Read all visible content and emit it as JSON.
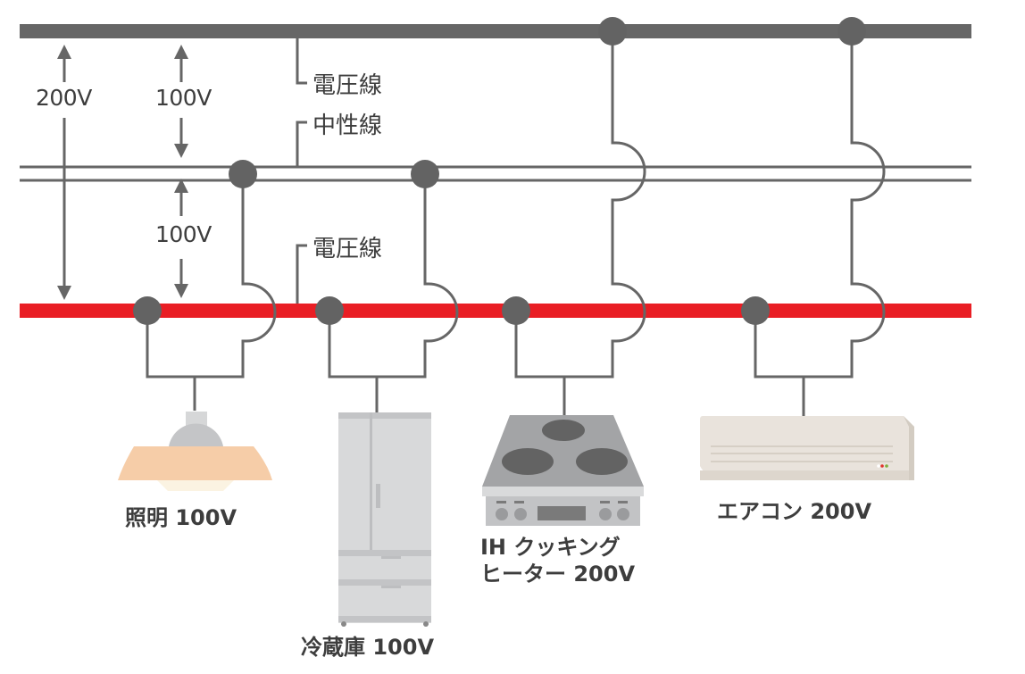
{
  "colors": {
    "voltage_line_top": "#666666",
    "voltage_line_bottom": "#e91e24",
    "neutral_line": "#666666",
    "node": "#636363",
    "text": "#3d3d3d"
  },
  "wires": {
    "top": {
      "label": "電圧線"
    },
    "neutral": {
      "label": "中性線"
    },
    "bottom": {
      "label": "電圧線"
    }
  },
  "voltages": {
    "total": "200V",
    "upper": "100V",
    "lower": "100V"
  },
  "appliances": [
    {
      "name": "照明 100V",
      "type": "lamp",
      "voltage": "100V",
      "connects": [
        "neutral",
        "bottom"
      ]
    },
    {
      "name": "冷蔵庫 100V",
      "type": "refrigerator",
      "voltage": "100V",
      "connects": [
        "neutral",
        "bottom"
      ]
    },
    {
      "name_line1": "IH クッキング",
      "name_line2": "ヒーター 200V",
      "type": "ih-cooktop",
      "voltage": "200V",
      "connects": [
        "top",
        "bottom"
      ]
    },
    {
      "name": "エアコン 200V",
      "type": "air-conditioner",
      "voltage": "200V",
      "connects": [
        "top",
        "bottom"
      ]
    }
  ]
}
